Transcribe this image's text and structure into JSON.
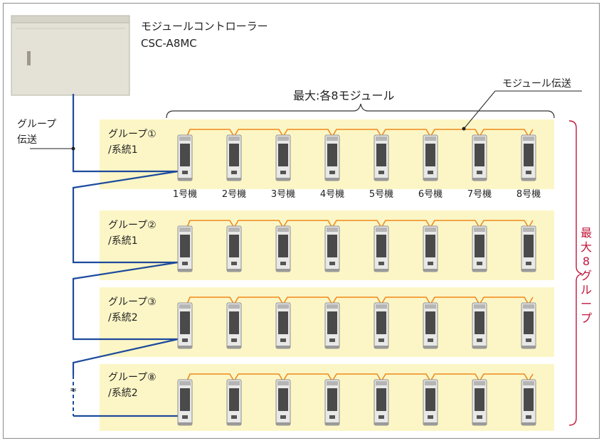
{
  "controller": {
    "name": "モジュールコントローラー",
    "model": "CSC-A8MC"
  },
  "labels": {
    "max_modules": "最大:各8モジュール",
    "module_transmission": "モジュール伝送",
    "group_transmission_line1": "グループ",
    "group_transmission_line2": "伝送",
    "max_groups": "最大8グループ",
    "break_mark": "≈"
  },
  "groups": [
    {
      "name": "グループ①",
      "system": "/系統1"
    },
    {
      "name": "グループ②",
      "system": "/系統1"
    },
    {
      "name": "グループ③",
      "system": "/系統2"
    },
    {
      "name": "グループ⑧",
      "system": "/系統2"
    }
  ],
  "units": [
    "1号機",
    "2号機",
    "3号機",
    "4号機",
    "5号機",
    "6号機",
    "7号機",
    "8号機"
  ],
  "colors": {
    "band": "#fcf6c6",
    "group_line": "#1d4a9c",
    "module_line": "#f08a1c",
    "brace_right": "#c0183c",
    "brace_top": "#333333",
    "controller": "#e4e2d6"
  }
}
